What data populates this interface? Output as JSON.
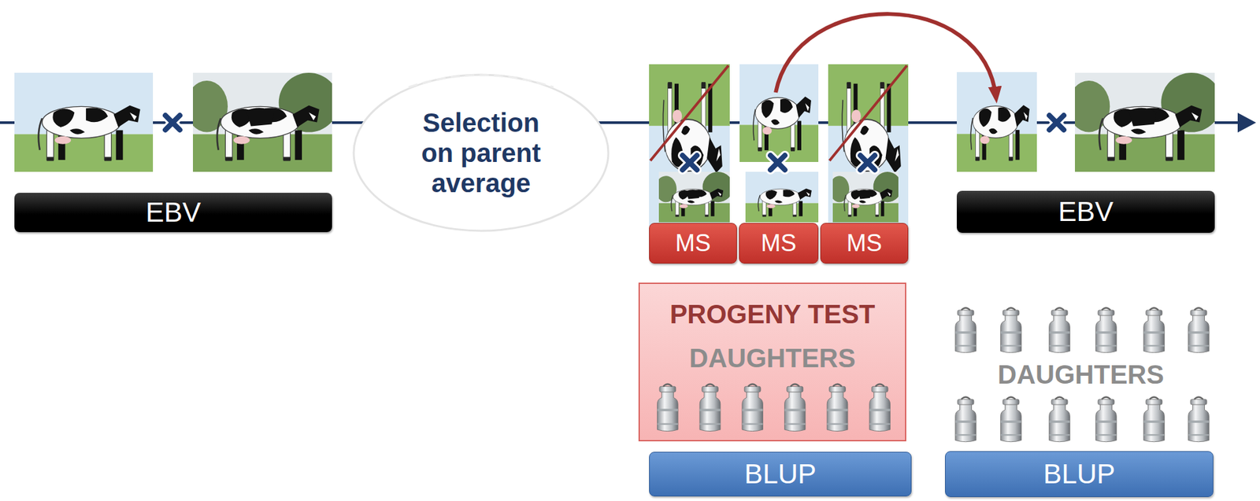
{
  "diagram": {
    "nodes": [
      {
        "text": [
          "EBV"
        ]
      },
      {
        "text": [
          "Selection on parent average"
        ]
      },
      {
        "text": [
          "MS"
        ]
      },
      {
        "text": [
          "MS"
        ]
      },
      {
        "text": [
          "MS"
        ]
      },
      {
        "text": [
          "PROGENY TEST",
          "DAUGHTERS"
        ]
      },
      {
        "text": [
          "BLUP"
        ]
      },
      {
        "text": [
          "EBV"
        ]
      },
      {
        "text": [
          "BLUP"
        ]
      }
    ],
    "labels": [
      "DAUGHTERS"
    ]
  }
}
